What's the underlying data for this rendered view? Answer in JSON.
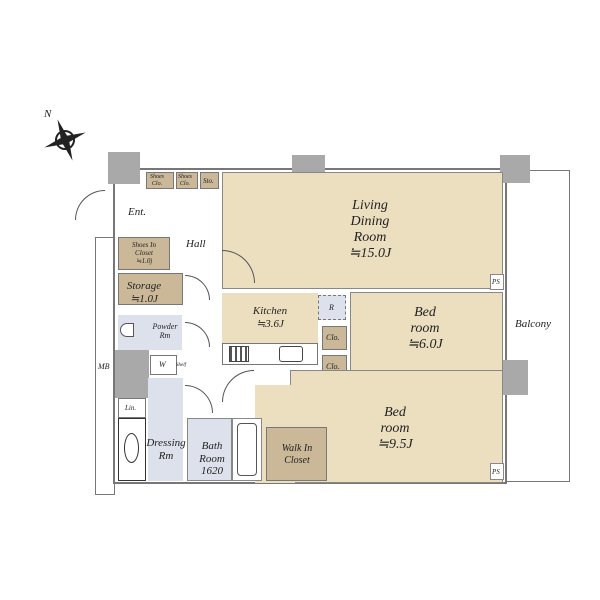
{
  "compass": {
    "north": "N"
  },
  "rooms": {
    "living": {
      "line1": "Living",
      "line2": "Dining",
      "line3": "Room",
      "size": "≒15.0J"
    },
    "kitchen": {
      "name": "Kitchen",
      "size": "≒3.6J"
    },
    "bed1": {
      "line1": "Bed",
      "line2": "room",
      "size": "≒6.0J"
    },
    "bed2": {
      "line1": "Bed",
      "line2": "room",
      "size": "≒9.5J"
    },
    "balcony": "Balcony",
    "hall": "Hall",
    "entrance": "Ent.",
    "shoes_clo_1": {
      "line1": "Shoes",
      "line2": "Clo."
    },
    "shoes_clo_2": {
      "line1": "Shoes",
      "line2": "Clo."
    },
    "sto": "Sto.",
    "shoes_in_closet": {
      "line1": "Shoes In",
      "line2": "Closet",
      "size": "≒1.0j"
    },
    "storage": {
      "name": "Storage",
      "size": "≒1.0J"
    },
    "powder": {
      "line1": "Powder",
      "line2": "Rm"
    },
    "w": "W",
    "shelf": "Shelf",
    "linen": "Lin.",
    "dressing": {
      "line1": "Dressing",
      "line2": "Rm"
    },
    "bath": {
      "line1": "Bath",
      "line2": "Room",
      "size": "1620"
    },
    "walk_in": {
      "line1": "Walk In",
      "line2": "Closet"
    },
    "refrigerator": "R",
    "clo_1": "Clo.",
    "clo_2": "Clo.",
    "mb": "MB",
    "ps_1": "PS",
    "ps_2": "PS"
  },
  "colors": {
    "room": "#ecdfc0",
    "closet": "#cbb898",
    "wet": "#dde1ec",
    "pillar": "#a9a9a9"
  }
}
